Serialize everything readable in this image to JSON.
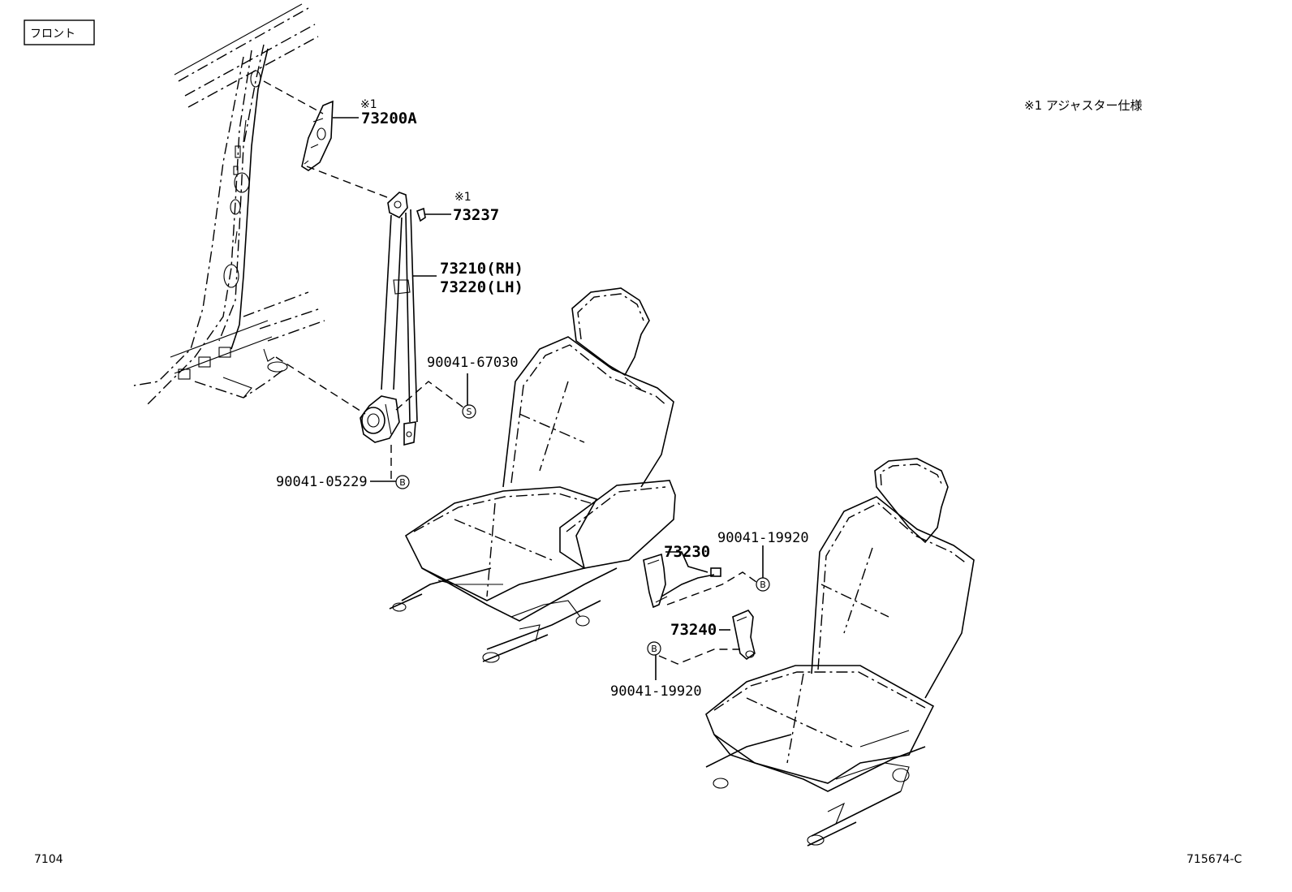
{
  "front_label": "フロント",
  "legend_note": "※1 アジャスター仕様",
  "page_left": "7104",
  "page_right": "715674-C",
  "callouts": {
    "c1_mark": "※1",
    "c1_part": "73200A",
    "c2_mark": "※1",
    "c2_part": "73237",
    "c3_part_rh": "73210(RH)",
    "c3_part_lh": "73220(LH)",
    "c4_part": "90041-67030",
    "c4_symbol": "S",
    "c5_part": "90041-05229",
    "c5_symbol": "B",
    "c6_part": "73230",
    "c7_part": "90041-19920",
    "c7_symbol": "B",
    "c8_part": "73240",
    "c9_part": "90041-19920",
    "c9_symbol": "B"
  }
}
